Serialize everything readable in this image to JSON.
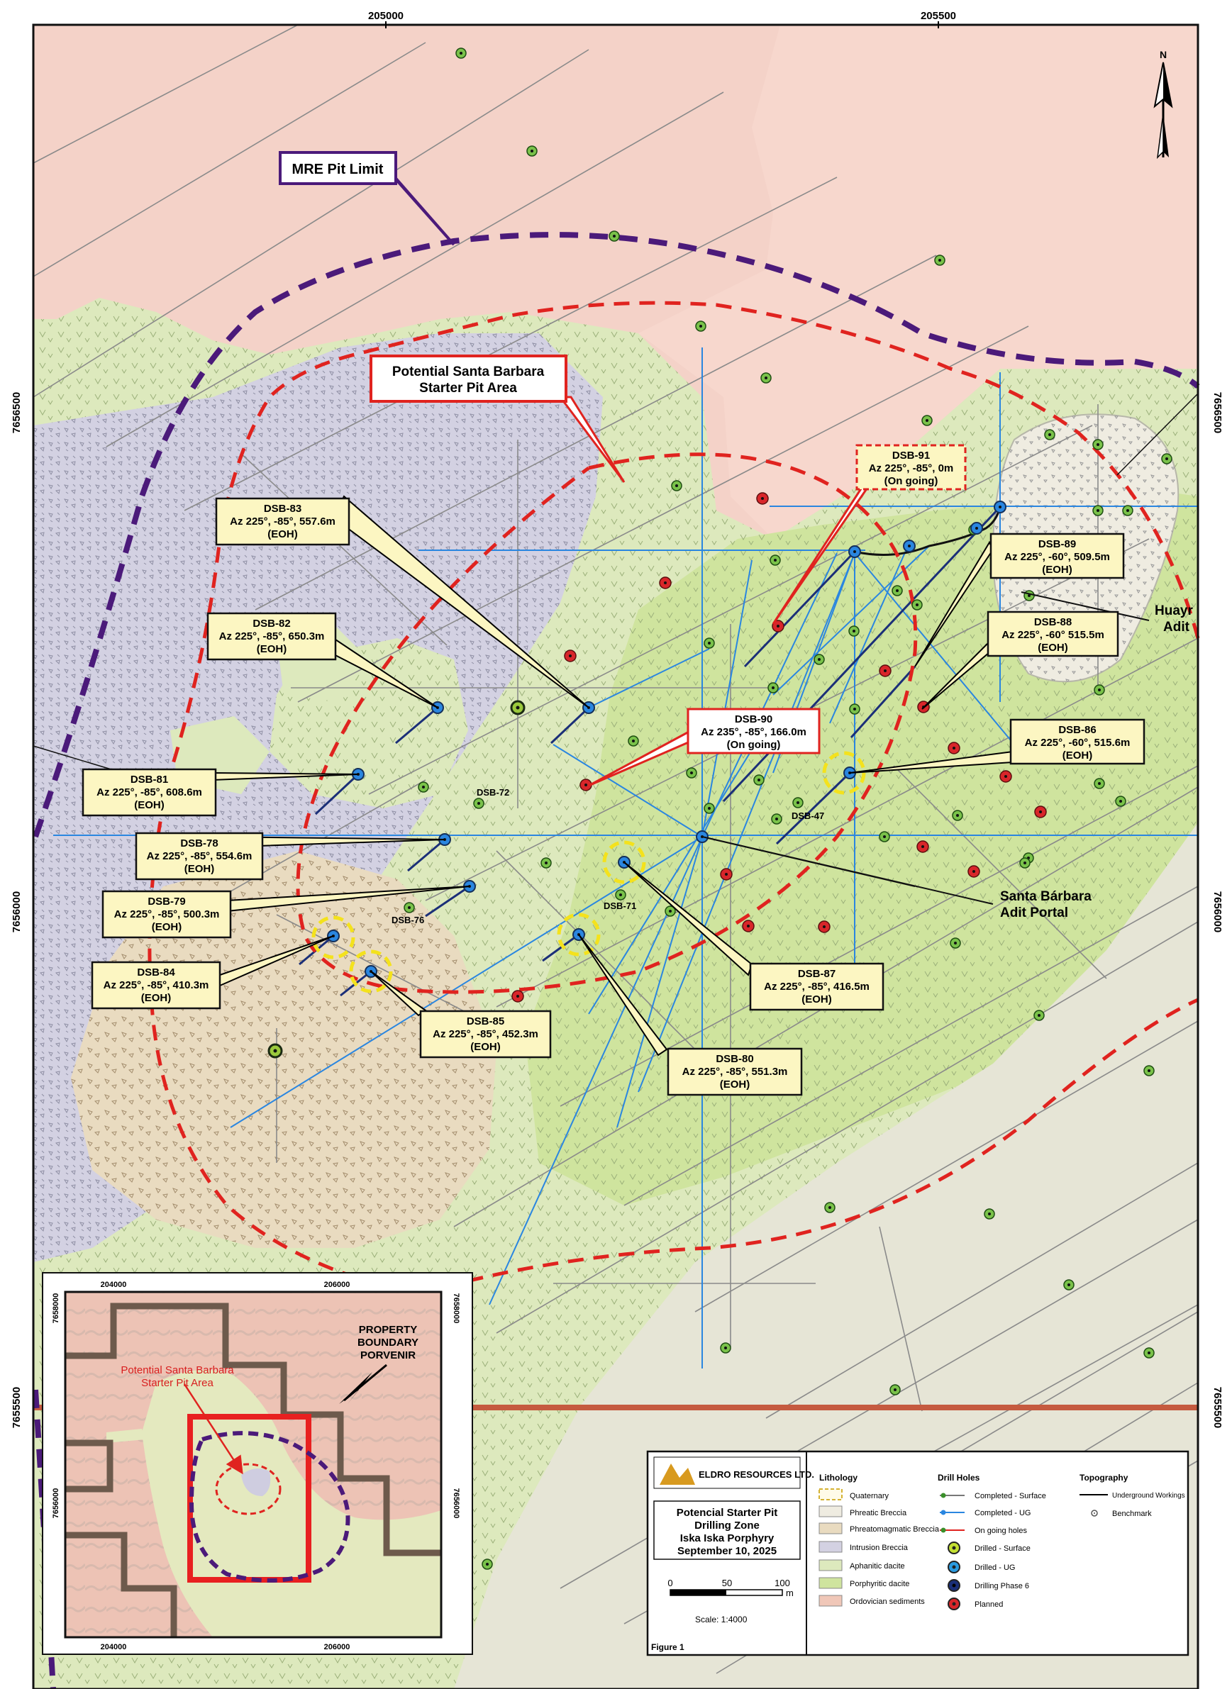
{
  "grid": {
    "x_labels": [
      "205000",
      "205500"
    ],
    "y_labels": [
      "7656500",
      "7656000",
      "7655500"
    ]
  },
  "north_label": "N",
  "callouts": {
    "mre_pit": "MRE Pit Limit",
    "starter_pit": [
      "Potential Santa Barbara",
      "Starter Pit Area"
    ],
    "adit_portal": [
      "Santa Bárbara",
      "Adit Portal"
    ],
    "huayra_adit": [
      "Huayr",
      "Adit"
    ]
  },
  "drill_holes": [
    {
      "id": "DSB-83",
      "line2": "Az 225°, -85°, 557.6m",
      "line3": "(EOH)"
    },
    {
      "id": "DSB-82",
      "line2": "Az 225°, -85°, 650.3m",
      "line3": "(EOH)"
    },
    {
      "id": "DSB-81",
      "line2": "Az 225°, -85°, 608.6m",
      "line3": "(EOH)"
    },
    {
      "id": "DSB-78",
      "line2": "Az 225°, -85°, 554.6m",
      "line3": "(EOH)"
    },
    {
      "id": "DSB-79",
      "line2": "Az 225°, -85°, 500.3m",
      "line3": "(EOH)"
    },
    {
      "id": "DSB-84",
      "line2": "Az 225°, -85°, 410.3m",
      "line3": "(EOH)"
    },
    {
      "id": "DSB-85",
      "line2": "Az 225°, -85°, 452.3m",
      "line3": "(EOH)"
    },
    {
      "id": "DSB-80",
      "line2": "Az 225°, -85°, 551.3m",
      "line3": "(EOH)"
    },
    {
      "id": "DSB-87",
      "line2": "Az 225°, -85°, 416.5m",
      "line3": "(EOH)"
    },
    {
      "id": "DSB-90",
      "line2": "Az 235°, -85°, 166.0m",
      "line3": "(On going)"
    },
    {
      "id": "DSB-91",
      "line2": "Az 225°, -85°, 0m",
      "line3": "(On going)"
    },
    {
      "id": "DSB-89",
      "line2": "Az 225°, -60°, 509.5m",
      "line3": "(EOH)"
    },
    {
      "id": "DSB-88",
      "line2": "Az 225°, -60° 515.5m",
      "line3": "(EOH)"
    },
    {
      "id": "DSB-86",
      "line2": "Az 225°, -60°, 515.6m",
      "line3": "(EOH)"
    }
  ],
  "map_hole_labels": [
    "DSB-72",
    "DSB-76",
    "DSB-71",
    "DSB-47"
  ],
  "inset": {
    "x_labels": [
      "204000",
      "206000"
    ],
    "y_labels": [
      "7658000",
      "7656000"
    ],
    "starter_pit": [
      "Potential Santa Barbara",
      "Starter Pit Area"
    ],
    "boundary": [
      "PROPERTY",
      "BOUNDARY",
      "PORVENIR"
    ]
  },
  "legend": {
    "company": "ELDRO RESOURCES LTD.",
    "title_lines": [
      "Potencial Starter Pit",
      "Drilling Zone",
      "Iska Iska Porphyry",
      "September 10, 2025"
    ],
    "scale_ticks": [
      "0",
      "50",
      "100"
    ],
    "scale_unit": "m",
    "scale_text": "Scale:   1:4000",
    "figure": "Figure 1",
    "lithology_header": "Lithology",
    "lithology": [
      "Quaternary",
      "Phreatic Breccia",
      "Phreatomagmatic Breccia",
      "Intrusion Breccia",
      "Aphanitic dacite",
      "Porphyritic dacite",
      "Ordovician sediments"
    ],
    "drill_header": "Drill Holes",
    "drill": [
      "Completed - Surface",
      "Completed - UG",
      "On going holes",
      "Drilled - Surface",
      "Drilled - UG",
      "Drilling Phase 6",
      "Planned"
    ],
    "topo_header": "Topography",
    "topo": [
      "Underground Workings",
      "Benchmark"
    ]
  },
  "colors": {
    "sediments": "#f4d2c8",
    "dacite": "#dbeab8",
    "porphyritic": "#cfe49e",
    "intrusion_breccia": "#cfcde0",
    "phreatomagmatic": "#e6d9bf",
    "mre_pit": "#4b1a7a",
    "starter_pit": "#e0231f",
    "drill_ug": "#2a86e0",
    "planned": "#d8262a",
    "surface_hole": "#3a8f2a",
    "highlight": "#f4e21c",
    "label_fill": "#fcf6c2"
  }
}
